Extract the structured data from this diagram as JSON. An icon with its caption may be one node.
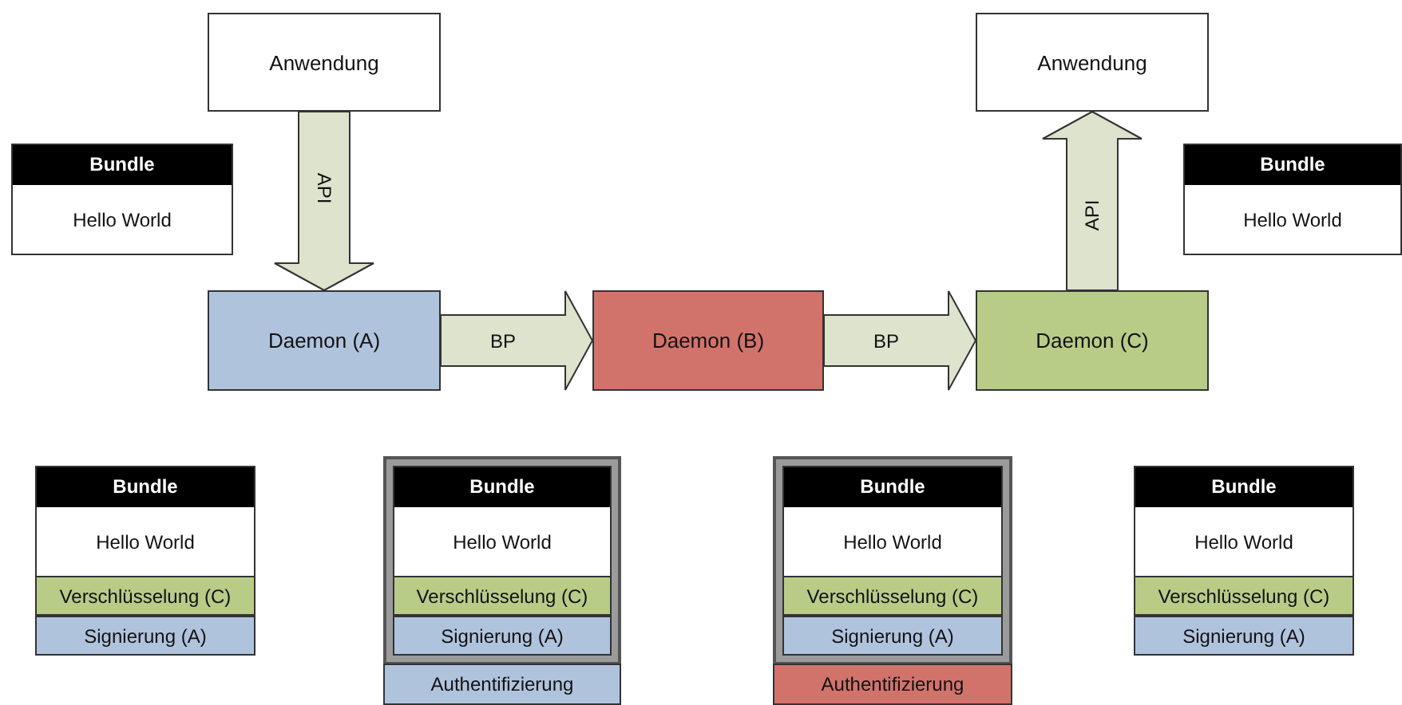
{
  "diagram": {
    "nodes": [
      {
        "text": [
          "Anwendung"
        ]
      },
      {
        "text": [
          "Anwendung"
        ]
      },
      {
        "text": [
          "Daemon (A)"
        ]
      },
      {
        "text": [
          "Daemon (B)"
        ]
      },
      {
        "text": [
          "Daemon (C)"
        ]
      },
      {
        "text": [
          "Bundle",
          "Hello World"
        ]
      },
      {
        "text": [
          "Bundle",
          "Hello World"
        ]
      },
      {
        "text": [
          "Bundle",
          "Hello World"
        ]
      },
      {
        "text": [
          "Verschlüsselung (C)"
        ],
        "in": 7
      },
      {
        "text": [
          "Signierung (A)"
        ],
        "in": 7
      },
      {
        "text": [],
        "shape": "box"
      },
      {
        "text": [
          "Bundle",
          "Hello World"
        ],
        "in": 10
      },
      {
        "text": [
          "Verschlüsselung (C)"
        ],
        "in": 11
      },
      {
        "text": [
          "Signierung (A)"
        ],
        "in": 11
      },
      {
        "text": [
          "Authentifizierung"
        ]
      },
      {
        "text": [],
        "shape": "box"
      },
      {
        "text": [
          "Bundle",
          "Hello World"
        ],
        "in": 15
      },
      {
        "text": [
          "Verschlüsselung (C)"
        ],
        "in": 16
      },
      {
        "text": [
          "Signierung (A)"
        ],
        "in": 16
      },
      {
        "text": [
          "Authentifizierung"
        ]
      },
      {
        "text": [
          "Bundle",
          "Hello World"
        ]
      },
      {
        "text": [
          "Verschlüsselung (C)"
        ],
        "in": 20
      },
      {
        "text": [
          "Signierung (A)"
        ],
        "in": 20
      }
    ],
    "edges": [
      {
        "from": 0,
        "to": 2,
        "arrow": "to",
        "label": "API",
        "style": "thick"
      },
      {
        "from": 2,
        "to": 3,
        "arrow": "to",
        "label": "BP",
        "style": "thick"
      },
      {
        "from": 3,
        "to": 4,
        "arrow": "to",
        "label": "BP",
        "style": "thick"
      },
      {
        "from": 4,
        "to": 1,
        "arrow": "to",
        "label": "API",
        "style": "thick"
      }
    ]
  }
}
